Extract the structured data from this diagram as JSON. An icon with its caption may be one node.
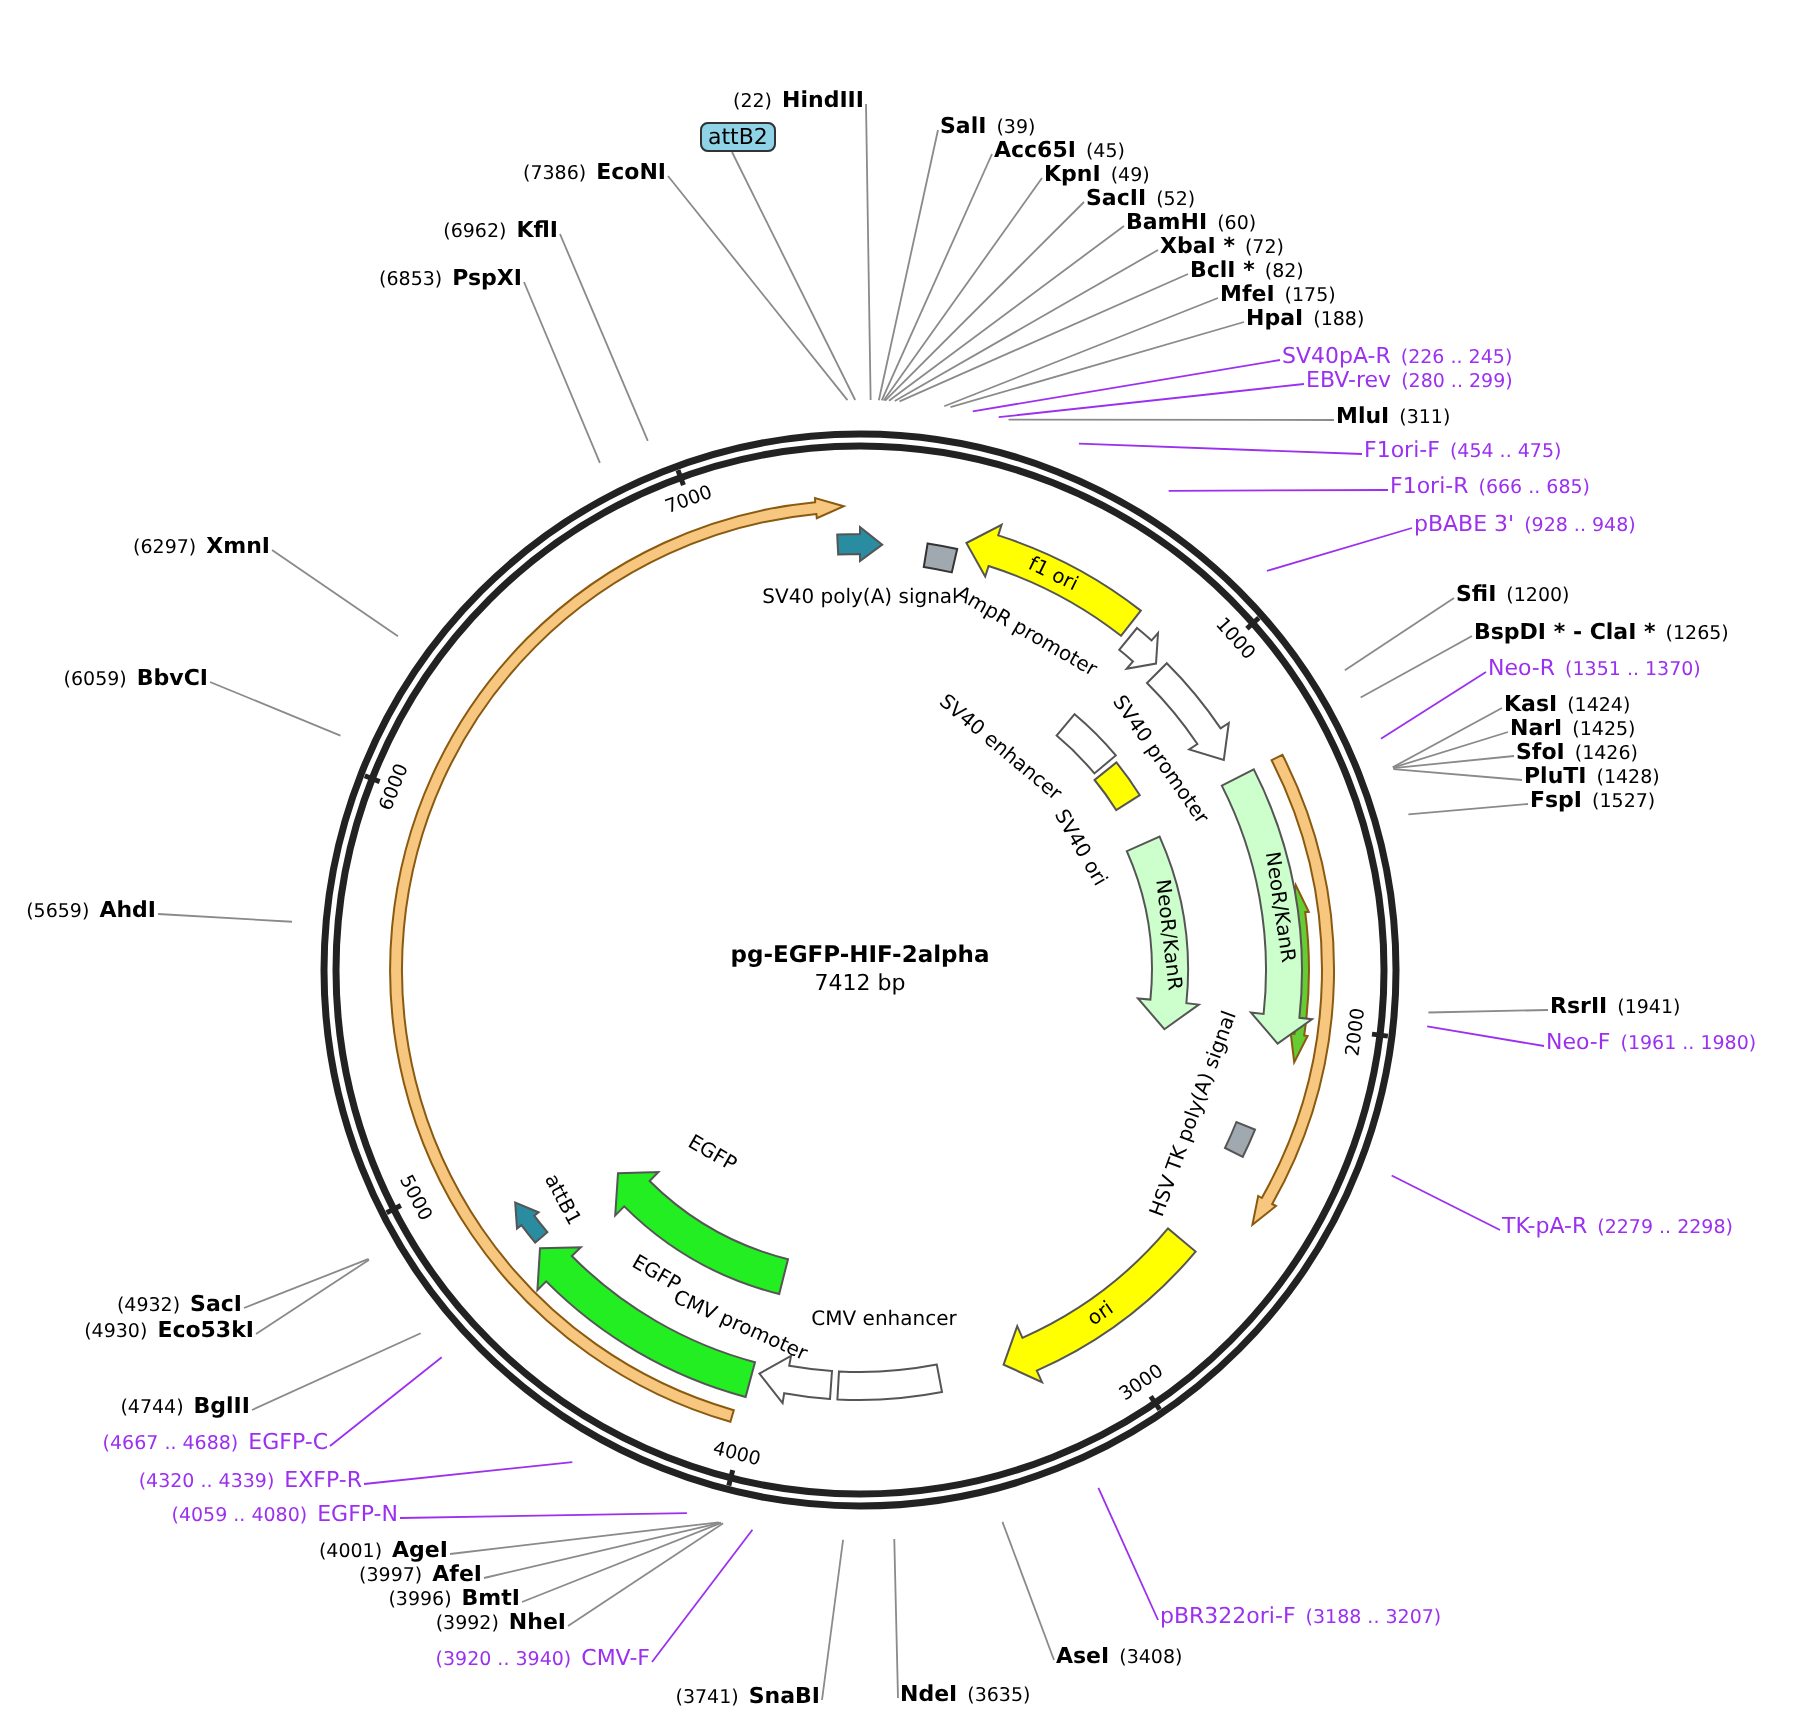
{
  "diagram": {
    "title": "pg-EGFP-HIF-2alpha",
    "nodes": [
      {
        "text": [
          "HindIII"
        ],
        "beside": [
          "(22)"
        ]
      },
      {
        "text": [
          "attB2"
        ]
      },
      {
        "text": [
          "SalI"
        ],
        "beside": [
          "(39)"
        ]
      },
      {
        "text": [
          "Acc65I"
        ],
        "beside": [
          "(45)"
        ]
      },
      {
        "text": [
          "KpnI"
        ],
        "beside": [
          "(49)"
        ]
      },
      {
        "text": [
          "SacII"
        ],
        "beside": [
          "(52)"
        ]
      },
      {
        "text": [
          "BamHI"
        ],
        "beside": [
          "(60)"
        ]
      },
      {
        "text": [
          "XbaI *"
        ],
        "beside": [
          "(72)"
        ]
      },
      {
        "text": [
          "BclI *"
        ],
        "beside": [
          "(82)"
        ]
      },
      {
        "text": [
          "MfeI"
        ],
        "beside": [
          "(175)"
        ]
      },
      {
        "text": [
          "HpaI"
        ],
        "beside": [
          "(188)"
        ]
      },
      {
        "text": [
          "SV40pA-R"
        ],
        "beside": [
          "(226 .. 245)"
        ]
      },
      {
        "text": [
          "EBV-rev"
        ],
        "beside": [
          "(280 .. 299)"
        ]
      },
      {
        "text": [
          "MluI"
        ],
        "beside": [
          "(311)"
        ]
      },
      {
        "text": [
          "F1ori-F"
        ],
        "beside": [
          "(454 .. 475)"
        ]
      },
      {
        "text": [
          "F1ori-R"
        ],
        "beside": [
          "(666 .. 685)"
        ]
      },
      {
        "text": [
          "pBABE 3'"
        ],
        "beside": [
          "(928 .. 948)"
        ]
      },
      {
        "text": [
          "SfiI"
        ],
        "beside": [
          "(1200)"
        ]
      },
      {
        "text": [
          "BspDI * - ClaI *"
        ],
        "beside": [
          "(1265)"
        ]
      },
      {
        "text": [
          "Neo-R"
        ],
        "beside": [
          "(1351 .. 1370)"
        ]
      },
      {
        "text": [
          "KasI"
        ],
        "beside": [
          "(1424)"
        ]
      },
      {
        "text": [
          "NarI"
        ],
        "beside": [
          "(1425)"
        ]
      },
      {
        "text": [
          "SfoI"
        ],
        "beside": [
          "(1426)"
        ]
      },
      {
        "text": [
          "PluTI"
        ],
        "beside": [
          "(1428)"
        ]
      },
      {
        "text": [
          "FspI"
        ],
        "beside": [
          "(1527)"
        ]
      },
      {
        "text": [
          "RsrII"
        ],
        "beside": [
          "(1941)"
        ]
      },
      {
        "text": [
          "Neo-F"
        ],
        "beside": [
          "(1961 .. 1980)"
        ]
      },
      {
        "text": [
          "TK-pA-R"
        ],
        "beside": [
          "(2279 .. 2298)"
        ]
      },
      {
        "text": [
          "pBR322ori-F"
        ],
        "beside": [
          "(3188 .. 3207)"
        ]
      },
      {
        "text": [
          "AseI"
        ],
        "beside": [
          "(3408)"
        ]
      },
      {
        "text": [
          "NdeI"
        ],
        "beside": [
          "(3635)"
        ]
      },
      {
        "text": [
          "SnaBI"
        ],
        "beside": [
          "(3741)"
        ]
      },
      {
        "text": [
          "CMV-F"
        ],
        "beside": [
          "(3920 .. 3940)"
        ]
      },
      {
        "text": [
          "NheI"
        ],
        "beside": [
          "(3992)"
        ]
      },
      {
        "text": [
          "BmtI"
        ],
        "beside": [
          "(3996)"
        ]
      },
      {
        "text": [
          "AfeI"
        ],
        "beside": [
          "(3997)"
        ]
      },
      {
        "text": [
          "AgeI"
        ],
        "beside": [
          "(4001)"
        ]
      },
      {
        "text": [
          "EGFP-N"
        ],
        "beside": [
          "(4059 .. 4080)"
        ]
      },
      {
        "text": [
          "EXFP-R"
        ],
        "beside": [
          "(4320 .. 4339)"
        ]
      },
      {
        "text": [
          "EGFP-C"
        ],
        "beside": [
          "(4667 .. 4688)"
        ]
      },
      {
        "text": [
          "BglII"
        ],
        "beside": [
          "(4744)"
        ]
      },
      {
        "text": [
          "Eco53kI"
        ],
        "beside": [
          "(4930)"
        ]
      },
      {
        "text": [
          "SacI"
        ],
        "beside": [
          "(4932)"
        ]
      },
      {
        "text": [
          "AhdI"
        ],
        "beside": [
          "(5659)"
        ]
      },
      {
        "text": [
          "BbvCI"
        ],
        "beside": [
          "(6059)"
        ]
      },
      {
        "text": [
          "XmnI"
        ],
        "beside": [
          "(6297)"
        ]
      },
      {
        "text": [
          "PspXI"
        ],
        "beside": [
          "(6853)"
        ]
      },
      {
        "text": [
          "KflI"
        ],
        "beside": [
          "(6962)"
        ]
      },
      {
        "text": [
          "EcoNI"
        ],
        "beside": [
          "(7386)"
        ]
      },
      {
        "text": [
          "SV40 poly(A) signal"
        ]
      },
      {
        "text": [
          "f1 ori"
        ]
      },
      {
        "text": [
          "AmpR promoter"
        ]
      },
      {
        "text": [
          "SV40 promoter"
        ]
      },
      {
        "text": [
          "NeoR/KanR"
        ]
      },
      {
        "text": [
          "SV40 enhancer"
        ]
      },
      {
        "text": [
          "SV40 ori"
        ]
      },
      {
        "text": [
          "NeoR/KanR"
        ]
      },
      {
        "text": [
          "HSV TK poly(A) signal"
        ]
      },
      {
        "text": [
          "ori"
        ]
      },
      {
        "text": [
          "CMV enhancer"
        ]
      },
      {
        "text": [
          "CMV promoter"
        ]
      },
      {
        "text": [
          "EGFP"
        ]
      },
      {
        "text": [
          "EGFP"
        ]
      },
      {
        "text": [
          "attB1"
        ]
      }
    ],
    "edges": [
      {
        "from": 0,
        "to": null,
        "arrow": "none"
      },
      {
        "from": 1,
        "to": null,
        "arrow": "none"
      },
      {
        "from": 2,
        "to": null,
        "arrow": "none"
      },
      {
        "from": 3,
        "to": null,
        "arrow": "none"
      },
      {
        "from": 4,
        "to": null,
        "arrow": "none"
      },
      {
        "from": 5,
        "to": null,
        "arrow": "none"
      },
      {
        "from": 6,
        "to": null,
        "arrow": "none"
      },
      {
        "from": 7,
        "to": null,
        "arrow": "none"
      },
      {
        "from": 8,
        "to": null,
        "arrow": "none"
      },
      {
        "from": 9,
        "to": null,
        "arrow": "none"
      },
      {
        "from": 10,
        "to": null,
        "arrow": "none"
      },
      {
        "from": 11,
        "to": null,
        "arrow": "none",
        "color": "#9b30f0"
      },
      {
        "from": 12,
        "to": null,
        "arrow": "none",
        "color": "#9b30f0"
      },
      {
        "from": 13,
        "to": null,
        "arrow": "none"
      },
      {
        "from": 14,
        "to": null,
        "arrow": "none",
        "color": "#9b30f0"
      },
      {
        "from": 15,
        "to": null,
        "arrow": "none",
        "color": "#9b30f0"
      },
      {
        "from": 16,
        "to": null,
        "arrow": "none",
        "color": "#9b30f0"
      },
      {
        "from": 17,
        "to": null,
        "arrow": "none"
      },
      {
        "from": 18,
        "to": null,
        "arrow": "none"
      },
      {
        "from": 19,
        "to": null,
        "arrow": "none",
        "color": "#9b30f0"
      },
      {
        "from": 20,
        "to": null,
        "arrow": "none"
      },
      {
        "from": 21,
        "to": null,
        "arrow": "none"
      },
      {
        "from": 22,
        "to": null,
        "arrow": "none"
      },
      {
        "from": 23,
        "to": null,
        "arrow": "none"
      },
      {
        "from": 24,
        "to": null,
        "arrow": "none"
      },
      {
        "from": 25,
        "to": null,
        "arrow": "none"
      },
      {
        "from": 26,
        "to": null,
        "arrow": "none",
        "color": "#9b30f0"
      },
      {
        "from": 27,
        "to": null,
        "arrow": "none",
        "color": "#9b30f0"
      },
      {
        "from": 28,
        "to": null,
        "arrow": "none",
        "color": "#9b30f0"
      },
      {
        "from": 29,
        "to": null,
        "arrow": "none"
      },
      {
        "from": 30,
        "to": null,
        "arrow": "none"
      },
      {
        "from": 31,
        "to": null,
        "arrow": "none"
      },
      {
        "from": 32,
        "to": null,
        "arrow": "none",
        "color": "#9b30f0"
      },
      {
        "from": 33,
        "to": null,
        "arrow": "none"
      },
      {
        "from": 34,
        "to": null,
        "arrow": "none"
      },
      {
        "from": 35,
        "to": null,
        "arrow": "none"
      },
      {
        "from": 36,
        "to": null,
        "arrow": "none"
      },
      {
        "from": 37,
        "to": null,
        "arrow": "none",
        "color": "#9b30f0"
      },
      {
        "from": 38,
        "to": null,
        "arrow": "none",
        "color": "#9b30f0"
      },
      {
        "from": 39,
        "to": null,
        "arrow": "none",
        "color": "#9b30f0"
      },
      {
        "from": 40,
        "to": null,
        "arrow": "none"
      },
      {
        "from": 41,
        "to": null,
        "arrow": "none"
      },
      {
        "from": 42,
        "to": null,
        "arrow": "none"
      },
      {
        "from": 43,
        "to": null,
        "arrow": "none"
      },
      {
        "from": 44,
        "to": null,
        "arrow": "none"
      },
      {
        "from": 45,
        "to": null,
        "arrow": "none"
      },
      {
        "from": 46,
        "to": null,
        "arrow": "none"
      },
      {
        "from": 47,
        "to": null,
        "arrow": "none"
      },
      {
        "from": 48,
        "to": null,
        "arrow": "none"
      }
    ],
    "labels": [
      "7412 bp",
      "1000",
      "2000",
      "3000",
      "4000",
      "5000",
      "6000",
      "7000"
    ]
  }
}
